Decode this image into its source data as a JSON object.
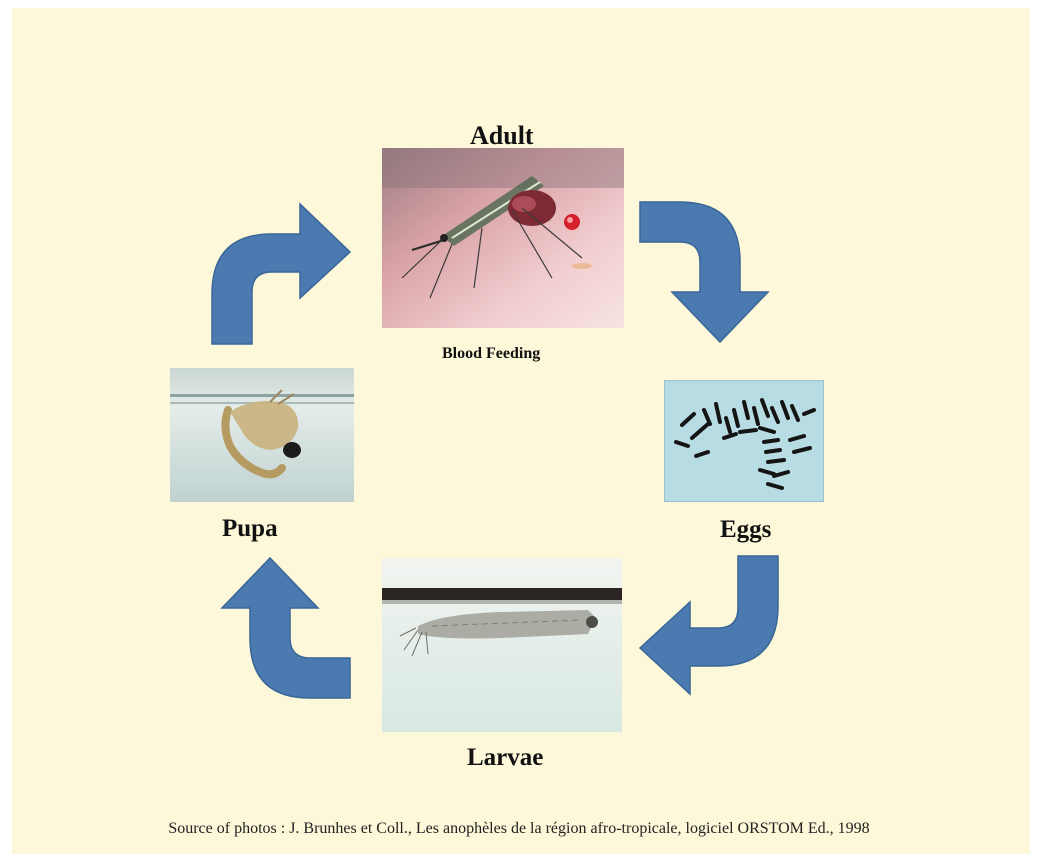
{
  "diagram": {
    "stages": {
      "adult": {
        "label": "Adult",
        "sublabel": "Blood Feeding"
      },
      "eggs": {
        "label": "Eggs"
      },
      "larvae": {
        "label": "Larvae"
      },
      "pupa": {
        "label": "Pupa"
      }
    },
    "source": "Source of photos : J. Brunhes et Coll., Les anophèles de la région afro-tropicale, logiciel ORSTOM Ed., 1998"
  },
  "colors": {
    "background": "#fdf8d9",
    "arrow_fill": "#4a7ab0",
    "arrow_stroke": "#3a6598",
    "text": "#111111"
  }
}
